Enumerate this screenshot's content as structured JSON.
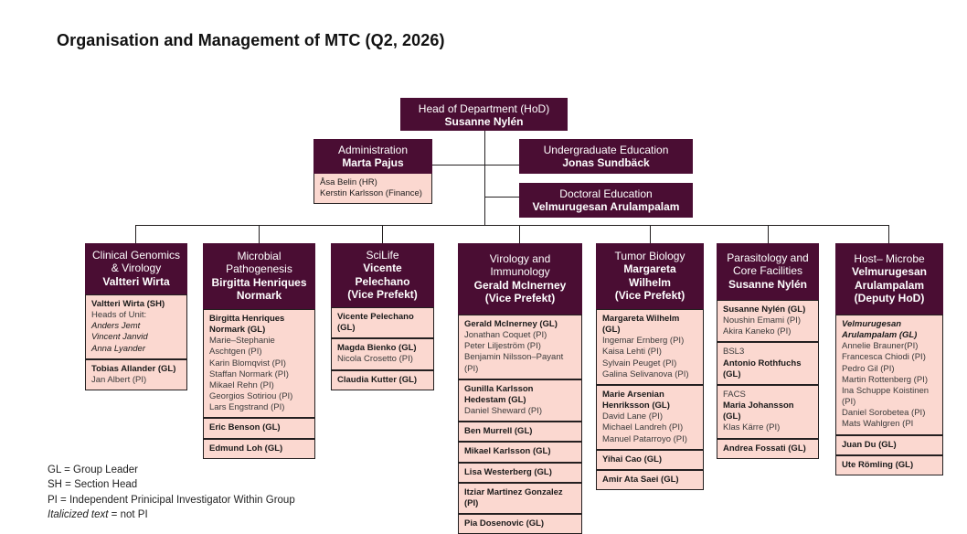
{
  "page": {
    "title": "Organisation and Management of MTC (Q2, 2026)",
    "colors": {
      "header_bg": "#4a0d33",
      "body_bg": "#fbd8d0",
      "border": "#231f20",
      "header_text": "#ffffff",
      "text": "#1a1a1a"
    }
  },
  "top": {
    "hod": {
      "role": "Head of Department (HoD)",
      "person": "Susanne Nylén"
    },
    "administration": {
      "role": "Administration",
      "person": "Marta Pajus",
      "members": [
        "Åsa Belin (HR)",
        "Kerstin Karlsson (Finance)"
      ]
    },
    "undergraduate": {
      "role": "Undergraduate Education",
      "person": "Jonas Sundbäck"
    },
    "doctoral": {
      "role": "Doctoral  Education",
      "person": "Velmurugesan Arulampalam"
    }
  },
  "columns": [
    {
      "id": "clinical-genomics-virology",
      "header": {
        "role": "Clinical Genomics\n& Virology",
        "person": "Valtteri Wirta",
        "suffix": ""
      },
      "groups": [
        {
          "entries": [
            {
              "text": "Valtteri Wirta (SH)",
              "style": "b"
            },
            {
              "text": "Heads of Unit:",
              "style": "lbl"
            },
            {
              "text": "Anders Jemt",
              "style": "it"
            },
            {
              "text": "Vincent Janvid",
              "style": "it"
            },
            {
              "text": "Anna Lyander",
              "style": "it"
            }
          ]
        },
        {
          "entries": [
            {
              "text": "Tobias Allander (GL)",
              "style": "b"
            },
            {
              "text": "Jan Albert (PI)",
              "style": "pi"
            }
          ]
        }
      ]
    },
    {
      "id": "microbial-pathogenesis",
      "header": {
        "role": "Microbial\nPathogenesis",
        "person": "Birgitta Henriques\nNormark",
        "suffix": ""
      },
      "groups": [
        {
          "entries": [
            {
              "text": "Birgitta Henriques Normark (GL)",
              "style": "b"
            },
            {
              "text": "Marie–Stephanie Aschtgen (PI)",
              "style": "pi"
            },
            {
              "text": "Karin Blomqvist (PI)",
              "style": "pi"
            },
            {
              "text": "Staffan Normark (PI)",
              "style": "pi"
            },
            {
              "text": "Mikael Rehn (PI)",
              "style": "pi"
            },
            {
              "text": "Georgios Sotiriou (PI)",
              "style": "pi"
            },
            {
              "text": "Lars Engstrand (PI)",
              "style": "pi"
            }
          ]
        },
        {
          "entries": [
            {
              "text": "Eric Benson (GL)",
              "style": "b"
            }
          ]
        },
        {
          "entries": [
            {
              "text": "Edmund Loh (GL)",
              "style": "b"
            }
          ]
        }
      ]
    },
    {
      "id": "scilife",
      "header": {
        "role": "SciLife",
        "person": "Vicente\nPelechano",
        "suffix": "(Vice Prefekt)"
      },
      "groups": [
        {
          "entries": [
            {
              "text": "Vicente Pelechano (GL)",
              "style": "b"
            }
          ]
        },
        {
          "entries": [
            {
              "text": "Magda Bienko (GL)",
              "style": "b"
            },
            {
              "text": "Nicola Crosetto (PI)",
              "style": "pi"
            }
          ]
        },
        {
          "entries": [
            {
              "text": "Claudia Kutter (GL)",
              "style": "b"
            }
          ]
        }
      ]
    },
    {
      "id": "virology-immunology",
      "header": {
        "role": "Virology and\nImmunology",
        "person": "Gerald McInerney",
        "suffix": "(Vice Prefekt)"
      },
      "groups": [
        {
          "entries": [
            {
              "text": "Gerald McInerney (GL)",
              "style": "b"
            },
            {
              "text": "Jonathan Coquet (PI)",
              "style": "pi"
            },
            {
              "text": "Peter Liljeström (PI)",
              "style": "pi"
            },
            {
              "text": "Benjamin Nilsson–Payant (PI)",
              "style": "pi"
            }
          ]
        },
        {
          "entries": [
            {
              "text": "Gunilla Karlsson Hedestam (GL)",
              "style": "b"
            },
            {
              "text": "Daniel Sheward (PI)",
              "style": "pi"
            }
          ]
        },
        {
          "entries": [
            {
              "text": "Ben Murrell (GL)",
              "style": "b"
            }
          ]
        },
        {
          "entries": [
            {
              "text": "Mikael Karlsson (GL)",
              "style": "b"
            }
          ]
        },
        {
          "entries": [
            {
              "text": "Lisa Westerberg (GL)",
              "style": "b"
            }
          ]
        },
        {
          "entries": [
            {
              "text": "Itziar Martinez Gonzalez (PI)",
              "style": "b"
            }
          ]
        },
        {
          "entries": [
            {
              "text": "Pia Dosenovic (GL)",
              "style": "b"
            }
          ]
        }
      ]
    },
    {
      "id": "tumor-biology",
      "header": {
        "role": "Tumor Biology",
        "person": "Margareta\nWilhelm",
        "suffix": "(Vice Prefekt)"
      },
      "groups": [
        {
          "entries": [
            {
              "text": "Margareta Wilhelm (GL)",
              "style": "b"
            },
            {
              "text": "Ingemar Ernberg (PI)",
              "style": "pi"
            },
            {
              "text": "Kaisa Lehti (PI)",
              "style": "pi"
            },
            {
              "text": "Sylvain Peuget (PI)",
              "style": "pi"
            },
            {
              "text": "Galina Selivanova (PI)",
              "style": "pi"
            }
          ]
        },
        {
          "entries": [
            {
              "text": "Marie Arsenian Henriksson (GL)",
              "style": "b"
            },
            {
              "text": "David Lane (PI)",
              "style": "pi"
            },
            {
              "text": "Michael Landreh (PI)",
              "style": "pi"
            },
            {
              "text": "Manuel Patarroyo (PI)",
              "style": "pi"
            }
          ]
        },
        {
          "entries": [
            {
              "text": "Yihai Cao (GL)",
              "style": "b"
            }
          ]
        },
        {
          "entries": [
            {
              "text": "Amir Ata Saei (GL)",
              "style": "b"
            }
          ]
        }
      ]
    },
    {
      "id": "parasitology-core-facilities",
      "header": {
        "role": "Parasitology and\nCore Facilities",
        "person": "Susanne Nylén",
        "suffix": ""
      },
      "groups": [
        {
          "entries": [
            {
              "text": "Susanne Nylén (GL)",
              "style": "b"
            },
            {
              "text": "Noushin Emami (PI)",
              "style": "pi"
            },
            {
              "text": "Akira Kaneko (PI)",
              "style": "pi"
            }
          ]
        },
        {
          "entries": [
            {
              "text": "BSL3",
              "style": "lbl"
            },
            {
              "text": "Antonio Rothfuchs (GL)",
              "style": "b"
            }
          ]
        },
        {
          "entries": [
            {
              "text": "FACS",
              "style": "lbl"
            },
            {
              "text": "Maria Johansson (GL)",
              "style": "b"
            },
            {
              "text": "Klas Kärre (PI)",
              "style": "pi"
            }
          ]
        },
        {
          "entries": [
            {
              "text": "Andrea Fossati (GL)",
              "style": "b"
            }
          ]
        }
      ]
    },
    {
      "id": "host-microbe",
      "header": {
        "role": "Host– Microbe",
        "person": "Velmurugesan\nArulampalam",
        "suffix": "(Deputy HoD)"
      },
      "groups": [
        {
          "entries": [
            {
              "text": "Velmurugesan Arulampalam (GL)",
              "style": "bi"
            },
            {
              "text": "Annelie Brauner(PI)",
              "style": "pi"
            },
            {
              "text": "Francesca Chiodi (PI)",
              "style": "pi"
            },
            {
              "text": "Pedro Gil (PI)",
              "style": "pi"
            },
            {
              "text": "Martin Rottenberg (PI)",
              "style": "pi"
            },
            {
              "text": "Ina Schuppe Koistinen (PI)",
              "style": "pi"
            },
            {
              "text": "Daniel Sorobetea (PI)",
              "style": "pi"
            },
            {
              "text": "Mats Wahlgren (PI",
              "style": "pi"
            }
          ]
        },
        {
          "entries": [
            {
              "text": "Juan Du (GL)",
              "style": "b"
            }
          ]
        },
        {
          "entries": [
            {
              "text": "Ute Römling (GL)",
              "style": "b"
            }
          ]
        }
      ]
    }
  ],
  "legend": {
    "lines": [
      "GL = Group Leader",
      "SH = Section Head",
      "PI = Independent Prinicipal Investigator Within Group"
    ],
    "italic_line": {
      "italic_part": "Italicized text",
      "rest": " = not PI"
    }
  }
}
